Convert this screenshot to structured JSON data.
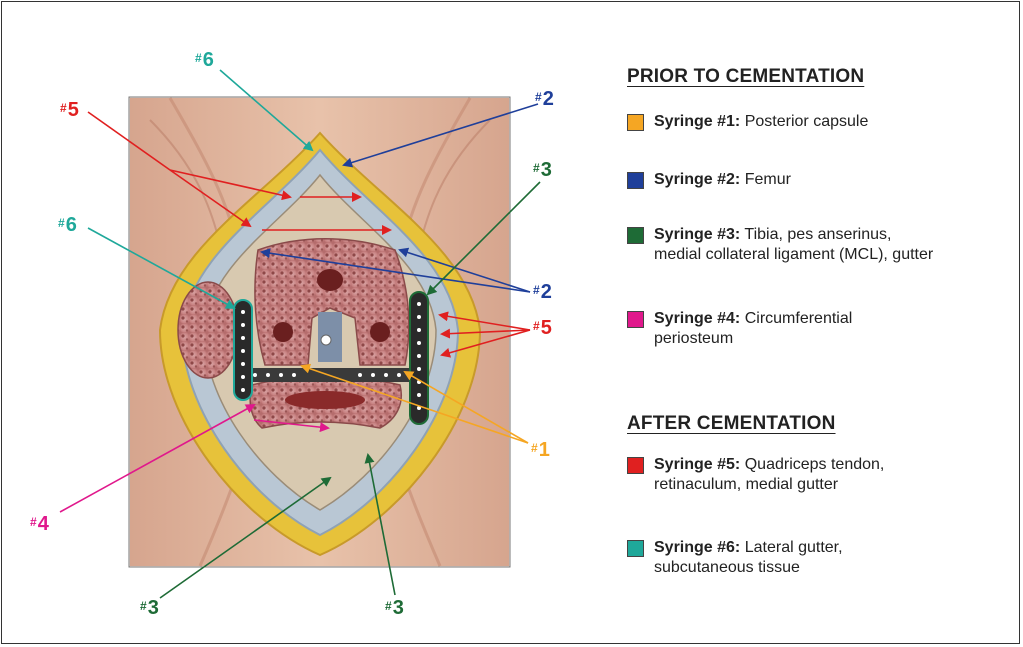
{
  "legend": {
    "prior_title": "PRIOR TO CEMENTATION",
    "after_title": "AFTER CEMENTATION",
    "prior": [
      {
        "name": "Syringe #1:",
        "desc": "Posterior capsule",
        "desc2": "",
        "color": "#f5a623"
      },
      {
        "name": "Syringe #2:",
        "desc": "Femur",
        "desc2": "",
        "color": "#1f3f9a"
      },
      {
        "name": "Syringe #3:",
        "desc": "Tibia, pes anserinus,",
        "desc2": "medial collateral ligament (MCL), gutter",
        "color": "#1e6b36"
      },
      {
        "name": "Syringe #4:",
        "desc": "Circumferential",
        "desc2": "periosteum",
        "color": "#e0188c"
      }
    ],
    "after": [
      {
        "name": "Syringe #5:",
        "desc": "Quadriceps tendon,",
        "desc2": "retinaculum, medial gutter",
        "color": "#e02020"
      },
      {
        "name": "Syringe #6:",
        "desc": "Lateral gutter,",
        "desc2": "subcutaneous tissue",
        "color": "#1fa89a"
      }
    ]
  },
  "callouts": [
    {
      "id": "c6top",
      "hash": "#",
      "num": "6",
      "color": "#1fa89a"
    },
    {
      "id": "c5top",
      "hash": "#",
      "num": "5",
      "color": "#e02020"
    },
    {
      "id": "c2top",
      "hash": "#",
      "num": "2",
      "color": "#1f3f9a"
    },
    {
      "id": "c3top",
      "hash": "#",
      "num": "3",
      "color": "#1e6b36"
    },
    {
      "id": "c6mid",
      "hash": "#",
      "num": "6",
      "color": "#1fa89a"
    },
    {
      "id": "c2mid",
      "hash": "#",
      "num": "2",
      "color": "#1f3f9a"
    },
    {
      "id": "c5mid",
      "hash": "#",
      "num": "5",
      "color": "#e02020"
    },
    {
      "id": "c1",
      "hash": "#",
      "num": "1",
      "color": "#f5a623"
    },
    {
      "id": "c4",
      "hash": "#",
      "num": "4",
      "color": "#e0188c"
    },
    {
      "id": "c3botl",
      "hash": "#",
      "num": "3",
      "color": "#1e6b36"
    },
    {
      "id": "c3botr",
      "hash": "#",
      "num": "3",
      "color": "#1e6b36"
    }
  ]
}
